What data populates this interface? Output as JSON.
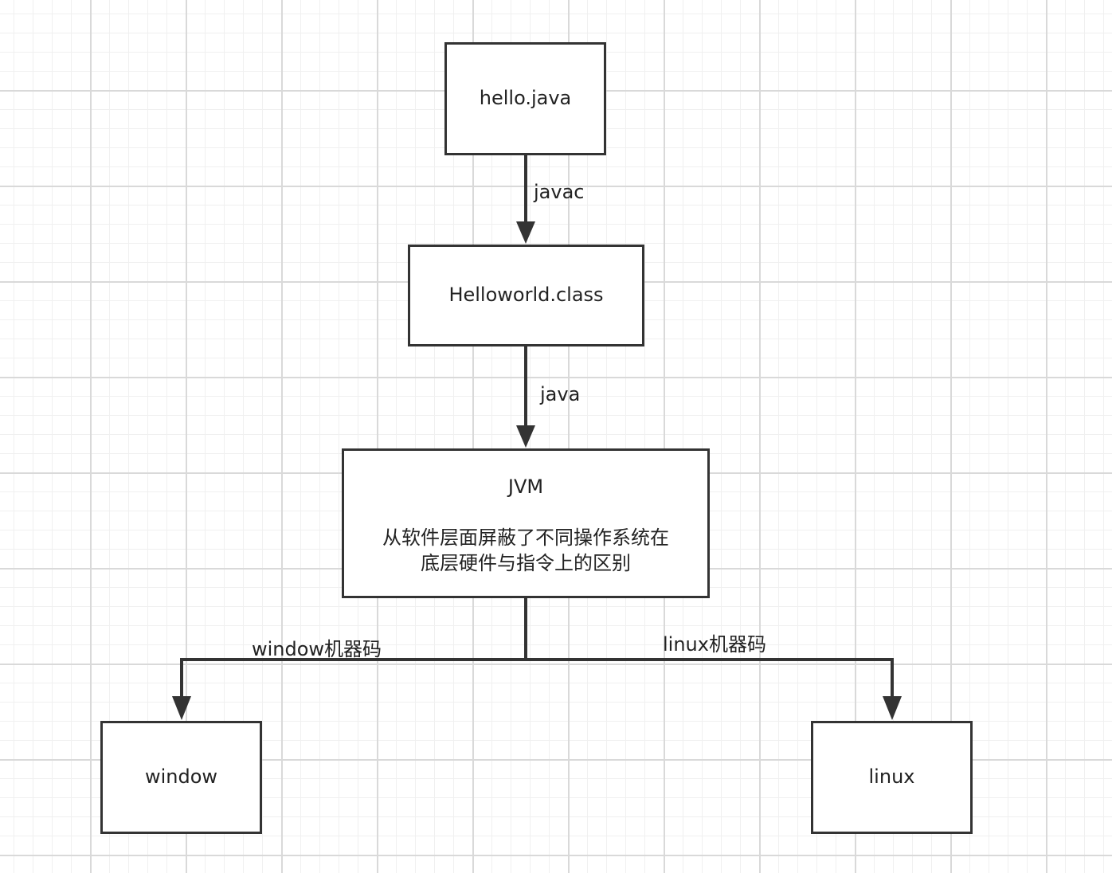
{
  "nodes": {
    "source_file": "hello.java",
    "class_file": "Helloworld.class",
    "jvm": {
      "title": "JVM",
      "desc_line1": "从软件层面屏蔽了不同操作系统在",
      "desc_line2": "底层硬件与指令上的区别"
    },
    "window": "window",
    "linux": "linux"
  },
  "edges": {
    "compile_label": "javac",
    "run_label": "java",
    "window_label": "window机器码",
    "linux_label": "linux机器码"
  },
  "colors": {
    "stroke": "#333333",
    "text": "#222222",
    "grid_major": "#d9d9d9",
    "grid_minor": "#f0f0f0",
    "background": "#ffffff"
  }
}
